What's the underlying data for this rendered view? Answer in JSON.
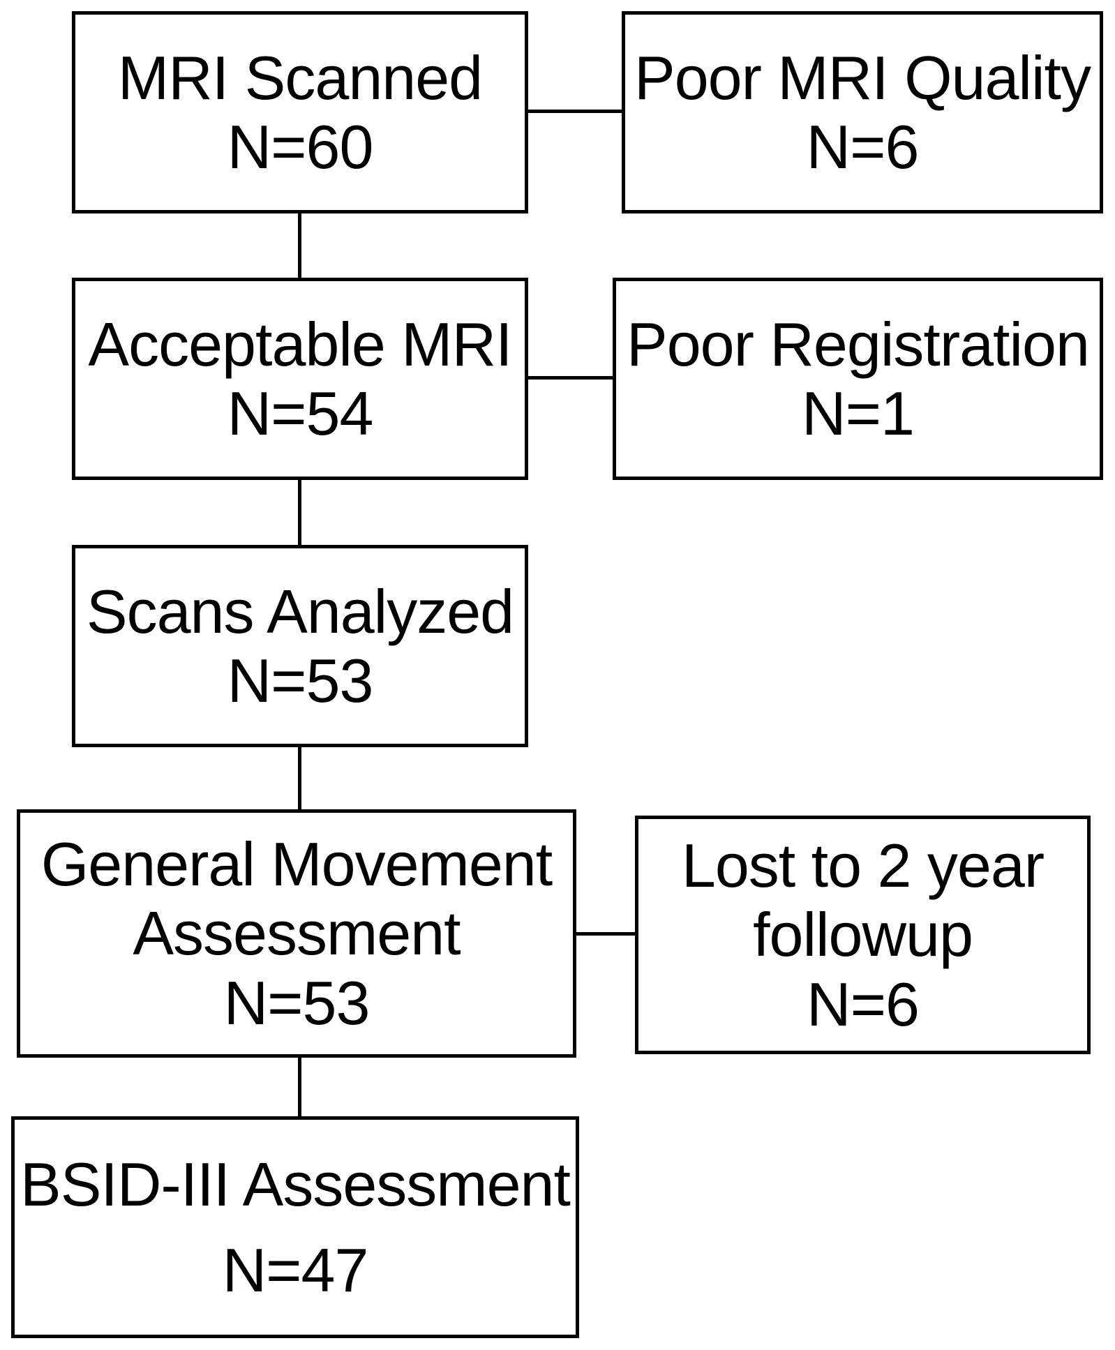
{
  "flowchart": {
    "main": [
      {
        "label": "MRI Scanned",
        "count": "N=60"
      },
      {
        "label": "Acceptable MRI",
        "count": "N=54"
      },
      {
        "label": "Scans Analyzed",
        "count": "N=53"
      },
      {
        "label_line1": "General Movement",
        "label_line2": "Assessment",
        "count": "N=53"
      },
      {
        "label": "BSID-III Assessment",
        "count": "N=47"
      }
    ],
    "exclusions": [
      {
        "label": "Poor MRI Quality",
        "count": "N=6"
      },
      {
        "label": "Poor Registration",
        "count": "N=1"
      },
      {
        "label_line1": "Lost to 2 year",
        "label_line2": "followup",
        "count": "N=6"
      }
    ]
  }
}
